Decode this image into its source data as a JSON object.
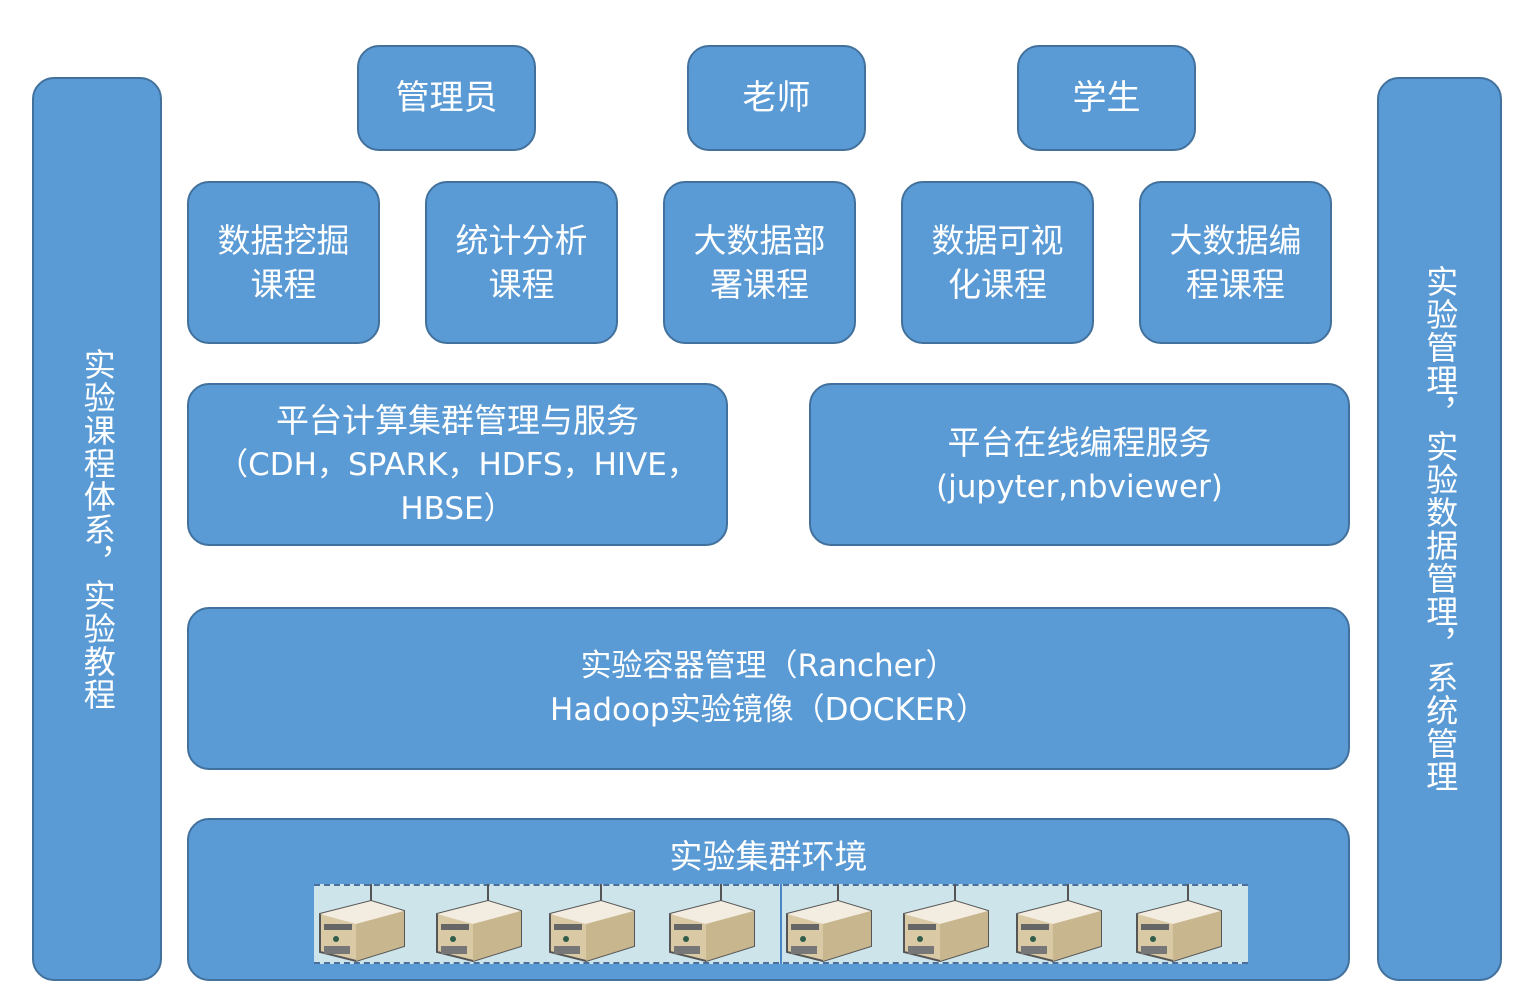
{
  "left_bar": {
    "label": "实验课程体系，实验教程"
  },
  "right_bar": {
    "label": "实验管理，实验数据管理，系统管理"
  },
  "roles": [
    "管理员",
    "老师",
    "学生"
  ],
  "courses": [
    [
      "数据挖掘",
      "课程"
    ],
    [
      "统计分析",
      "课程"
    ],
    [
      "大数据部",
      "署课程"
    ],
    [
      "数据可视",
      "化课程"
    ],
    [
      "大数据编",
      "程课程"
    ]
  ],
  "platform_cluster": {
    "line1": "平台计算集群管理与服务",
    "line2": "（CDH，SPARK，HDFS，HIVE，",
    "line3": "HBSE）"
  },
  "platform_online": {
    "line1": "平台在线编程服务",
    "line2": "(jupyter,nbviewer)"
  },
  "container": {
    "line1": "实验容器管理（Rancher）",
    "line2": "Hadoop实验镜像（DOCKER）"
  },
  "cluster_env": {
    "title": "实验集群环境",
    "server_count": 8
  },
  "colors": {
    "box": "#5b9bd5",
    "border": "#41719c",
    "strip": "#cde5ea"
  }
}
